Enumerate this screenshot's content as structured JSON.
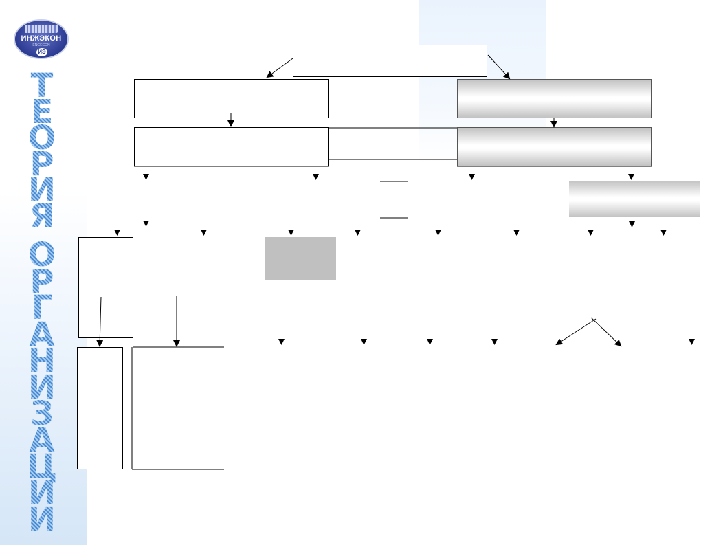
{
  "logo": {
    "name": "ИНЖЭКОН",
    "subtitle": "ENGECON",
    "mark": "ИЭ"
  },
  "title": {
    "word1": [
      "Т",
      "Е",
      "О",
      "Р",
      "И",
      "Я"
    ],
    "word2": [
      "О",
      "Р",
      "Г",
      "А",
      "Н",
      "И",
      "З",
      "А",
      "Ц",
      "И",
      "И"
    ]
  },
  "colors": {
    "title_letters": "#4f93d6",
    "gray_box": "#c0c0c0",
    "sidebar_bottom": "#d5e6f7"
  }
}
